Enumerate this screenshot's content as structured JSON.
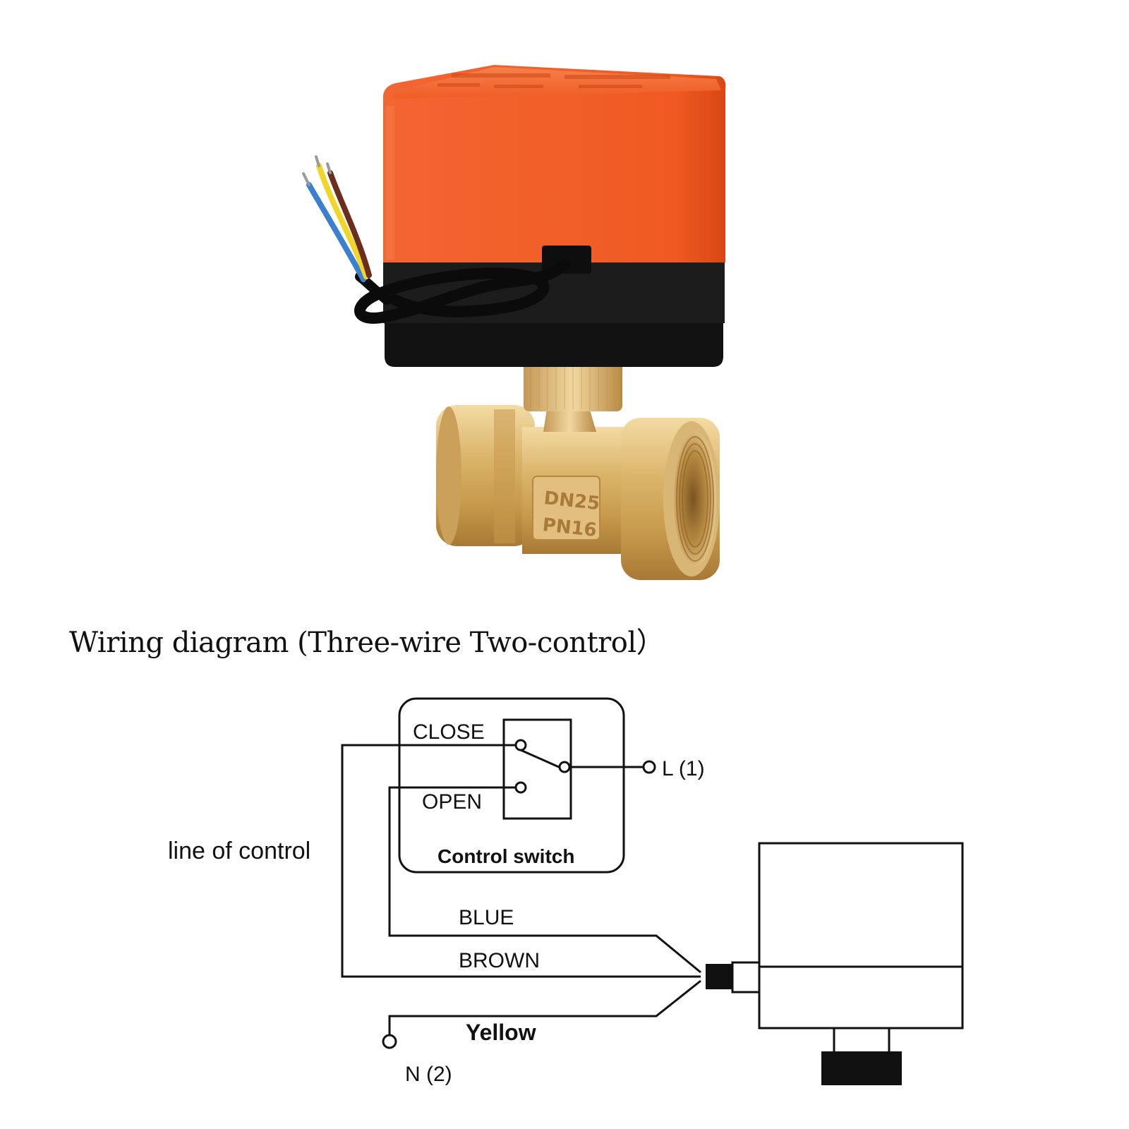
{
  "title": "Wiring diagram (Three-wire Two-control）",
  "product": {
    "valve_marking_line1": "DN25",
    "valve_marking_line2": "PN16",
    "actuator_color": "#f05a22",
    "actuator_base_color": "#1c1c1c",
    "brass_color": "#d9b36c",
    "wire_colors": [
      "#3a7fd0",
      "#f2d52b",
      "#6b2e1e"
    ]
  },
  "diagram": {
    "close_label": "CLOSE",
    "open_label": "OPEN",
    "switch_label": "Control switch",
    "live_label": "L (1)",
    "neutral_label": "N (2)",
    "control_line_label": "line of control",
    "wire_blue_label": "BLUE",
    "wire_brown_label": "BROWN",
    "wire_yellow_label": "Yellow"
  }
}
